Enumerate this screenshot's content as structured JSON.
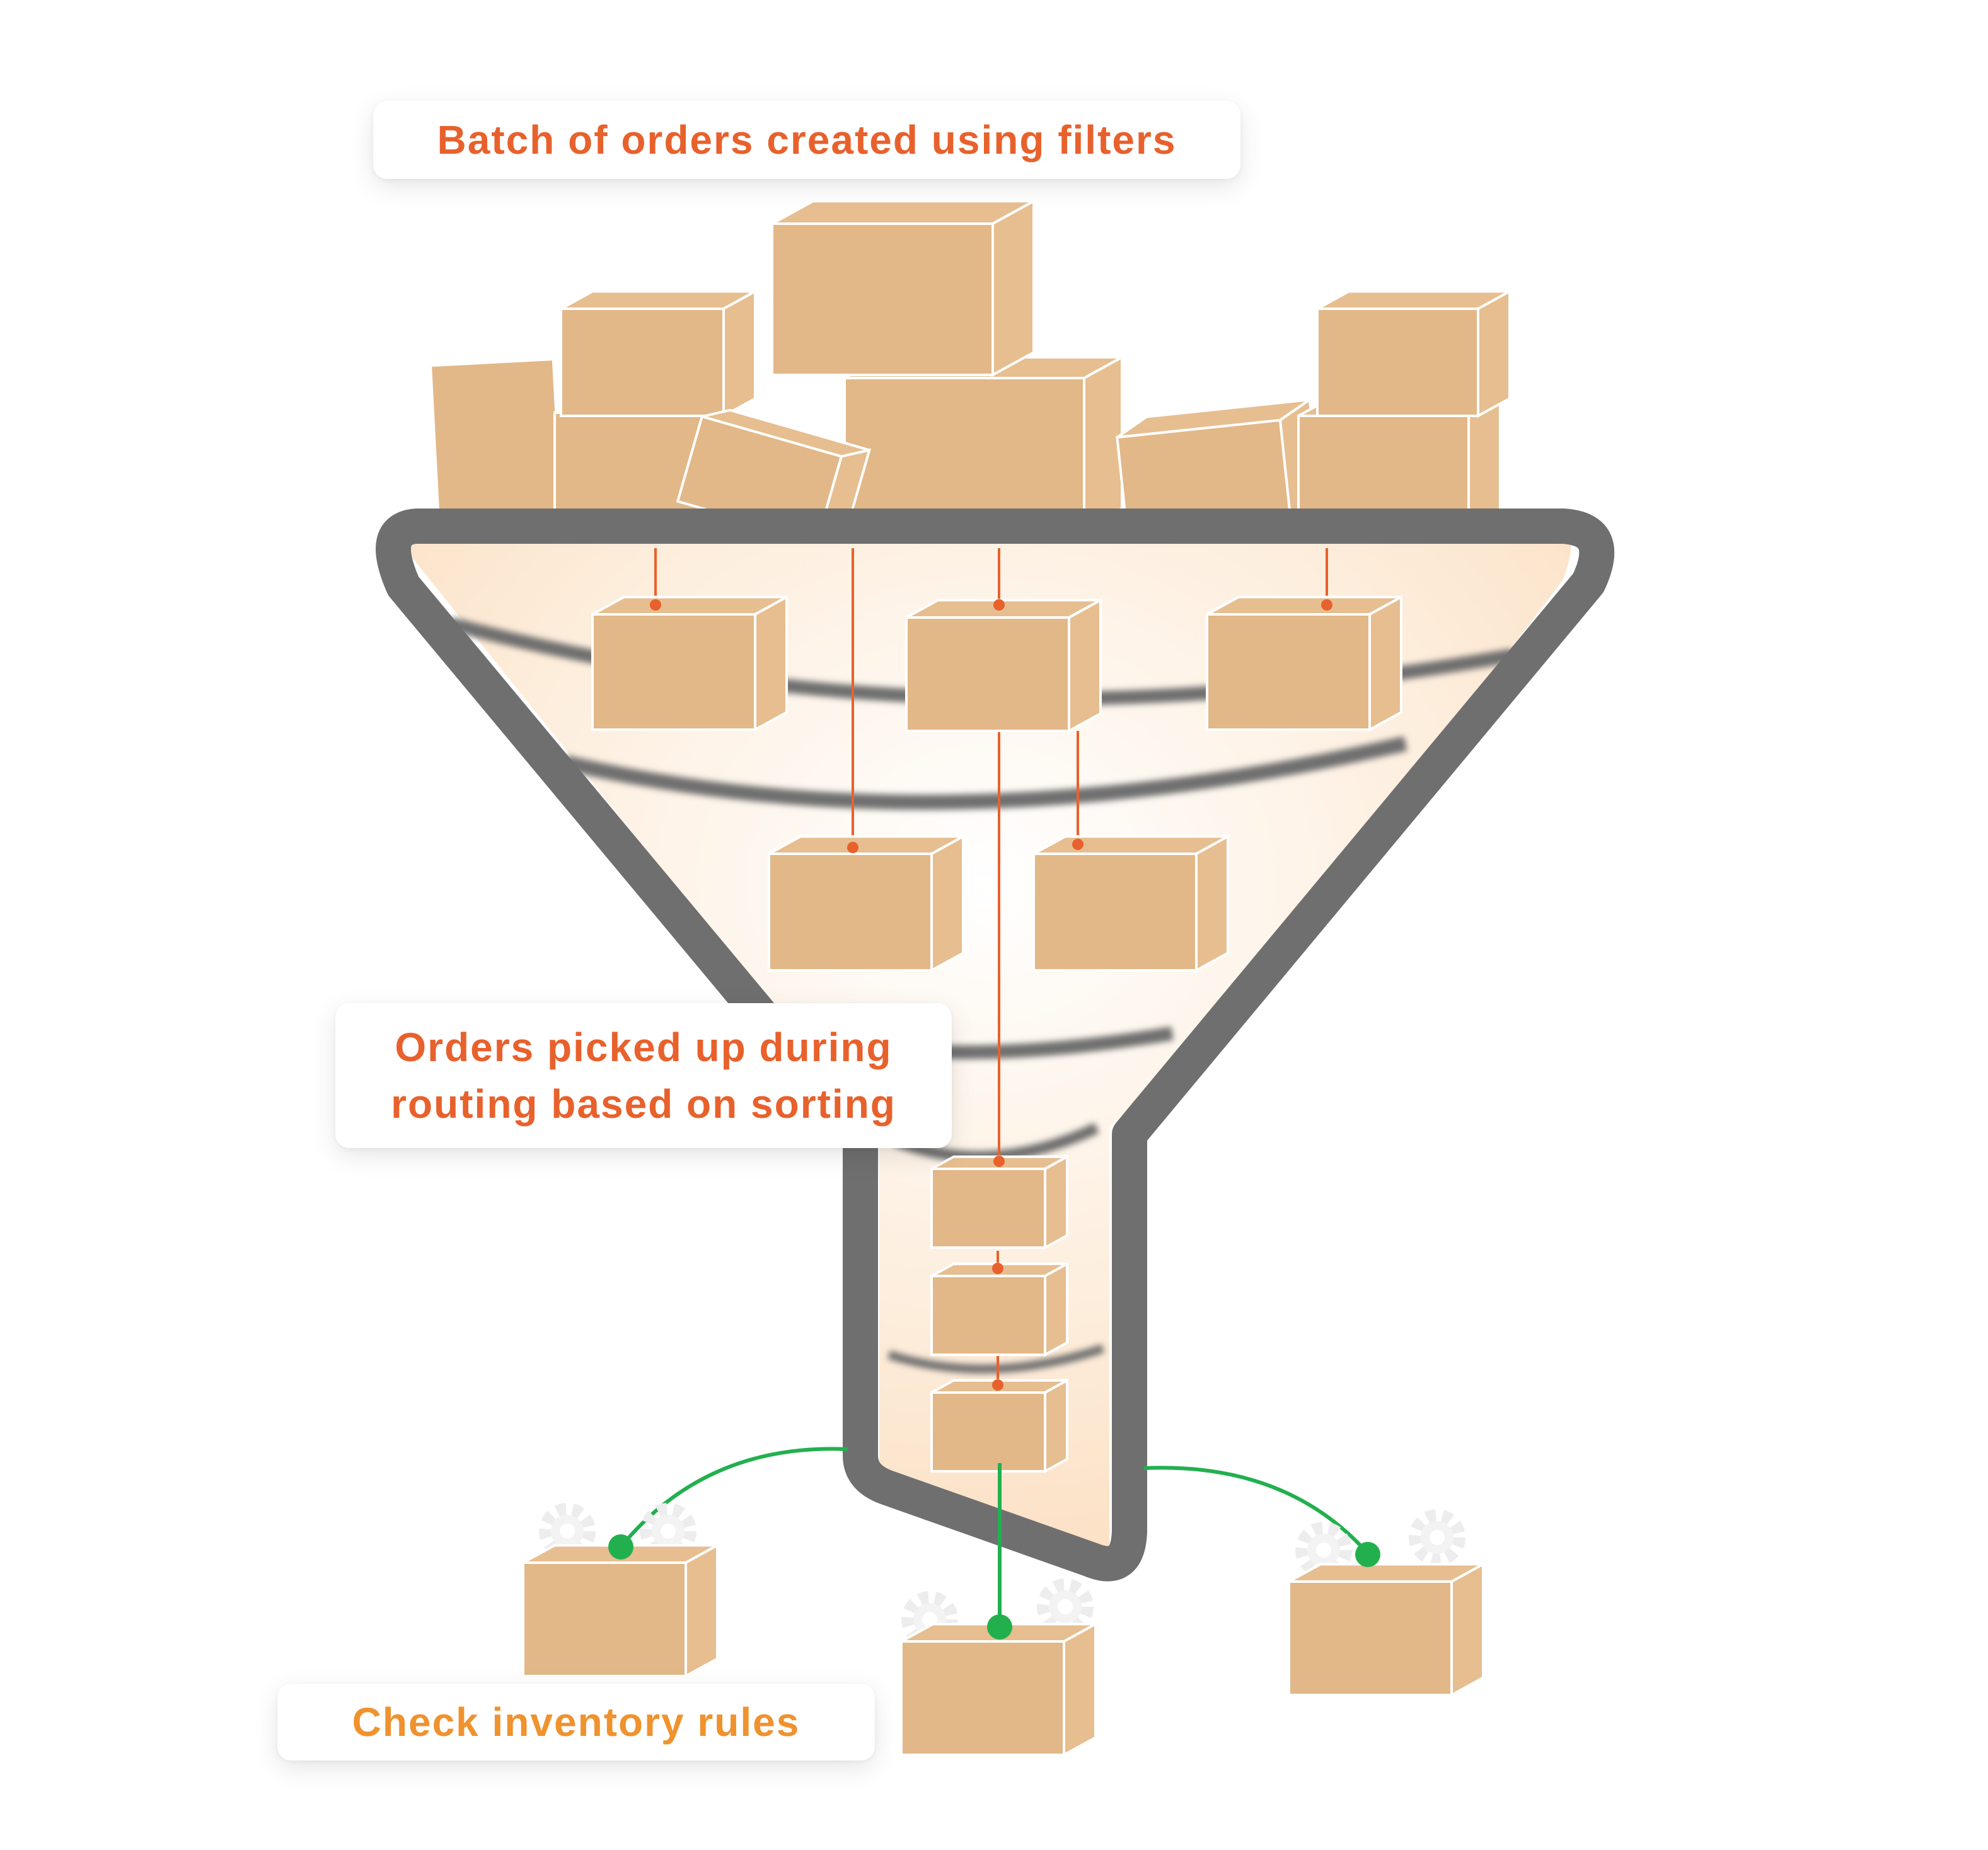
{
  "labels": {
    "batch": "Batch of orders created using filters",
    "routing_line1": "Orders picked up during",
    "routing_line2": "routing based on sorting",
    "inventory": "Check inventory rules"
  },
  "colors": {
    "label_primary": "#e8612c",
    "label_secondary": "#f0922d",
    "funnel_outline": "#6f6f6f",
    "funnel_fill": "#fde8d3",
    "box_front": "#e2b888",
    "box_side": "#e6be90",
    "box_edge": "#ffffff",
    "connector_orange": "#e8612c",
    "connector_green": "#22b04f",
    "gear": "#eeeeee"
  },
  "icons": [
    "order-box-icon",
    "gear-icon",
    "connector-dot-icon"
  ]
}
